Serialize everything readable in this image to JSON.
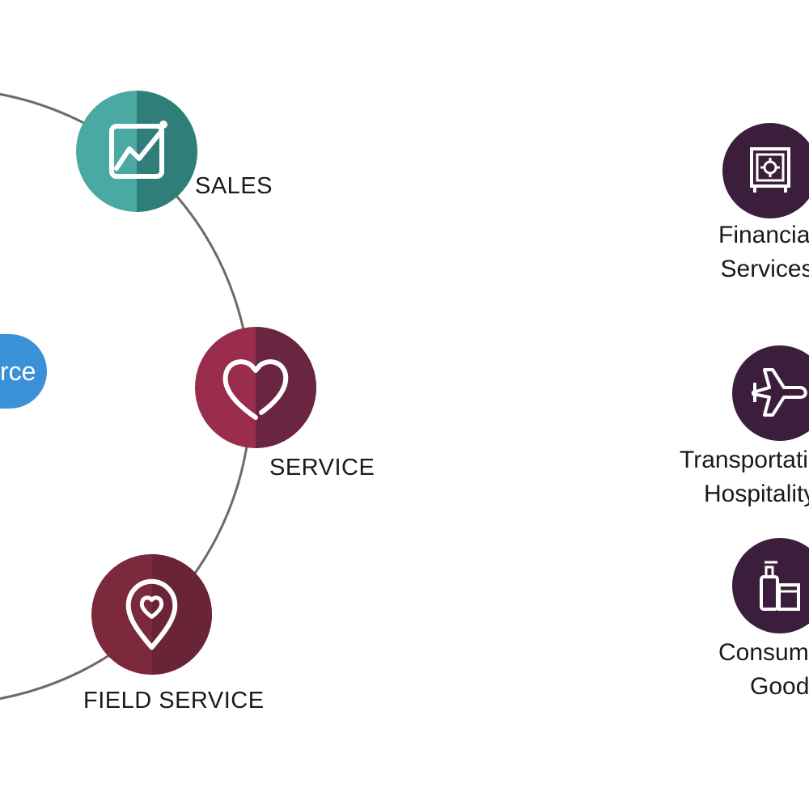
{
  "colors": {
    "ring": "#6f6b62",
    "sales": "#4aaaa3",
    "sales_dark": "#2f7f78",
    "service": "#9a2d4e",
    "service_dark": "#6a2540",
    "field_service": "#7c2a3b",
    "field_service_dark": "#6a2437",
    "industry": "#3b1e3c",
    "brand": "#3a91d8"
  },
  "brand": {
    "text": "rce"
  },
  "products": [
    {
      "label": "SALES",
      "icon": "line-chart-icon"
    },
    {
      "label": "SERVICE",
      "icon": "heart-icon"
    },
    {
      "label": "FIELD SERVICE",
      "icon": "location-heart-icon"
    }
  ],
  "industries": [
    {
      "lines": [
        "Financial",
        "Services"
      ],
      "icon": "safe-icon"
    },
    {
      "lines": [
        "Transportation",
        "Hospitality"
      ],
      "icon": "airplane-icon"
    },
    {
      "lines": [
        "Consumer",
        "Goods"
      ],
      "icon": "consumer-goods-icon"
    }
  ]
}
